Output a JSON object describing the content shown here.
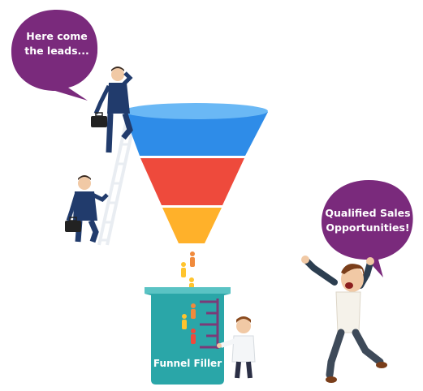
{
  "bubbles": {
    "left": {
      "text": "Here come\nthe leads..."
    },
    "right": {
      "text": "Qualified Sales\nOpportunities!"
    }
  },
  "beaker": {
    "label": "Funnel Filler"
  },
  "colors": {
    "bubble": "#7a2a7c",
    "funnel_top": "#2e8ce8",
    "funnel_middle": "#ee4a3c",
    "funnel_bottom": "#ffb12a",
    "beaker": "#2aa6a8",
    "beaker_lines": "#7b3a78",
    "suit": "#213b6c"
  },
  "icons": {
    "people": [
      "businessman-climbing-icon",
      "businessman-on-ladder-icon",
      "scientist-icon",
      "excited-man-icon"
    ],
    "objects": [
      "ladder-icon",
      "funnel-icon",
      "beaker-icon",
      "lead-person-icon"
    ]
  }
}
